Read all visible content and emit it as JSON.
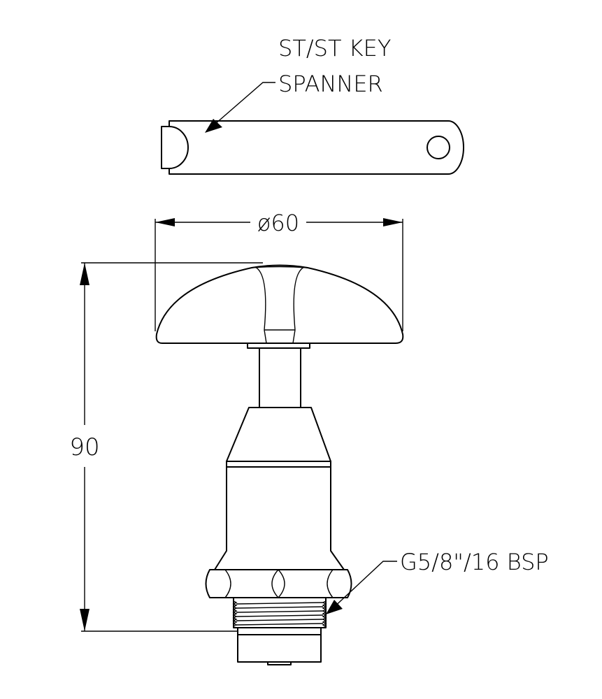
{
  "labels": {
    "key_line1": "ST/ST KEY",
    "key_line2": "SPANNER",
    "diameter": "ø60",
    "height": "90",
    "thread": "G5/8\"/16 BSP"
  },
  "colors": {
    "line": "#000000",
    "background": "#ffffff"
  }
}
